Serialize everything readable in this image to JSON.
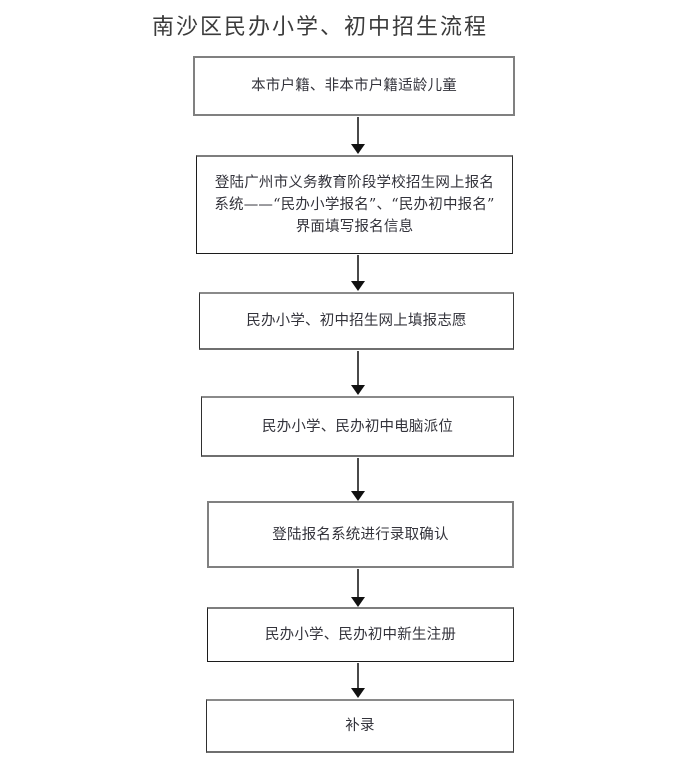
{
  "document": {
    "title": "南沙区民办小学、初中招生流程",
    "background_color": "#ffffff",
    "text_color": "#33333b",
    "border_color": "#808080",
    "arrow_color": "#111111"
  },
  "chart_data": {
    "type": "diagram",
    "diagram_type": "flowchart",
    "orientation": "vertical",
    "title": "南沙区民办小学、初中招生流程",
    "node_count": 7,
    "edge_count": 6,
    "nodes": [
      {
        "id": "node-1",
        "order": 1,
        "shape": "rectangle",
        "label": "本市户籍、非本市户籍适龄儿童",
        "lines": [
          "本市户籍、非本市户籍适龄儿童"
        ]
      },
      {
        "id": "node-2",
        "order": 2,
        "shape": "rectangle",
        "label": "登陆广州市义务教育阶段学校招生网上报名\n系统——“民办小学报名”、“民办初中报名”\n界面填写报名信息",
        "lines": [
          "登陆广州市义务教育阶段学校招生网上报名",
          "系统——“民办小学报名”、“民办初中报名”",
          "界面填写报名信息"
        ]
      },
      {
        "id": "node-3",
        "order": 3,
        "shape": "rectangle",
        "label": "民办小学、初中招生网上填报志愿",
        "lines": [
          "民办小学、初中招生网上填报志愿"
        ]
      },
      {
        "id": "node-4",
        "order": 4,
        "shape": "rectangle",
        "label": "民办小学、民办初中电脑派位",
        "lines": [
          "民办小学、民办初中电脑派位"
        ]
      },
      {
        "id": "node-5",
        "order": 5,
        "shape": "rectangle",
        "label": "登陆报名系统进行录取确认",
        "lines": [
          "登陆报名系统进行录取确认"
        ]
      },
      {
        "id": "node-6",
        "order": 6,
        "shape": "rectangle",
        "label": "民办小学、民办初中新生注册",
        "lines": [
          "民办小学、民办初中新生注册"
        ]
      },
      {
        "id": "node-7",
        "order": 7,
        "shape": "rectangle",
        "label": "补录",
        "lines": [
          "补录"
        ]
      }
    ],
    "edges": [
      {
        "id": "edge-1",
        "from": "node-1",
        "to": "node-2",
        "style": "solid",
        "arrow": "down",
        "label": ""
      },
      {
        "id": "edge-2",
        "from": "node-2",
        "to": "node-3",
        "style": "solid",
        "arrow": "down",
        "label": ""
      },
      {
        "id": "edge-3",
        "from": "node-3",
        "to": "node-4",
        "style": "solid",
        "arrow": "down",
        "label": ""
      },
      {
        "id": "edge-4",
        "from": "node-4",
        "to": "node-5",
        "style": "solid",
        "arrow": "down",
        "label": ""
      },
      {
        "id": "edge-5",
        "from": "node-5",
        "to": "node-6",
        "style": "solid",
        "arrow": "down",
        "label": ""
      },
      {
        "id": "edge-6",
        "from": "node-6",
        "to": "node-7",
        "style": "solid",
        "arrow": "down",
        "label": ""
      }
    ]
  }
}
